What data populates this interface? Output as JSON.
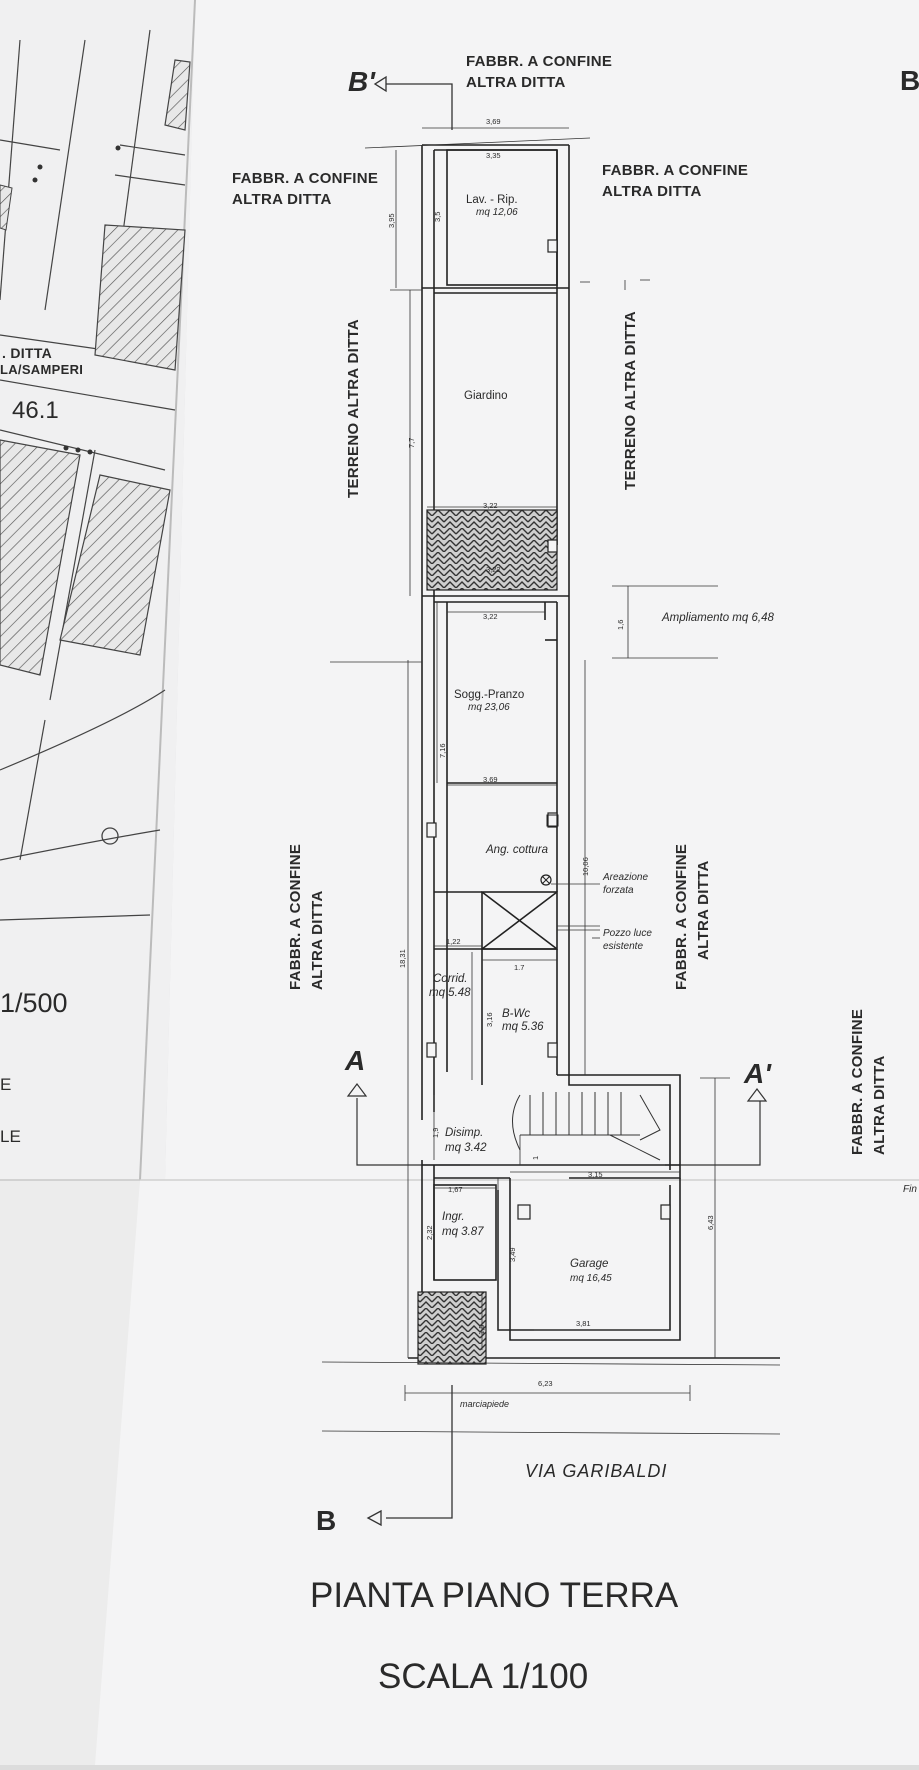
{
  "drawing": {
    "title": "PIANTA PIANO TERRA",
    "scale": "SCALA 1/100",
    "street": "VIA GARIBALDI",
    "sidewalk": "marciapiede"
  },
  "neighbours": {
    "top_line1": "FABBR. A CONFINE",
    "top_line2": "ALTRA DITTA",
    "terreno": "TERRENO ALTRA DITTA"
  },
  "sections": {
    "b_prime": "B'",
    "b": "B",
    "b_edge": "B",
    "a": "A",
    "a_prime": "A'"
  },
  "rooms": [
    {
      "name": "Lav. - Rip.",
      "area": "mq 12,06"
    },
    {
      "name": "Giardino",
      "area": ""
    },
    {
      "name": "Sogg.-Pranzo",
      "area": "mq 23,06"
    },
    {
      "name": "Ang. cottura",
      "area": ""
    },
    {
      "name": "Corrid.",
      "area": "mq 5.48"
    },
    {
      "name": "B-Wc",
      "area": "mq 5.36"
    },
    {
      "name": "Disimp.",
      "area": "mq 3.42"
    },
    {
      "name": "Ingr.",
      "area": "mq 3.87"
    },
    {
      "name": "Garage",
      "area": "mq 16,45"
    }
  ],
  "notes": {
    "ampliamento": "Ampliamento mq 6,48",
    "areazione_1": "Areazione",
    "areazione_2": "forzata",
    "pozzo_1": "Pozzo luce",
    "pozzo_2": "esistente"
  },
  "dimensions": {
    "d_369_top": "3,69",
    "d_335": "3,35",
    "d_395": "3,95",
    "d_35": "3,5",
    "d_77": "7,7",
    "d_322_a": "3,22",
    "d_322_b": "3,22",
    "d_322_c": "3,22",
    "d_16": "1,6",
    "d_716": "7,16",
    "d_369_mid": "3,69",
    "d_1006": "10,06",
    "d_122": "1,22",
    "d_17": "1.7",
    "d_1831": "18,31",
    "d_316": "3,16",
    "d_19": "1,9",
    "d_1": "1",
    "d_315": "3,15",
    "d_167": "1,67",
    "d_232": "2,32",
    "d_349": "3,49",
    "d_643": "6,43",
    "d_15": "1,5",
    "d_381": "3,81",
    "d_623": "6,23"
  },
  "left_sheet": {
    "ditta": ". DITTA",
    "samperi": "LA/SAMPERI",
    "parcel": "46.1",
    "scale": "1/500",
    "e1": "E",
    "e2": "LE"
  },
  "right_edge": {
    "fin": "Fin"
  }
}
